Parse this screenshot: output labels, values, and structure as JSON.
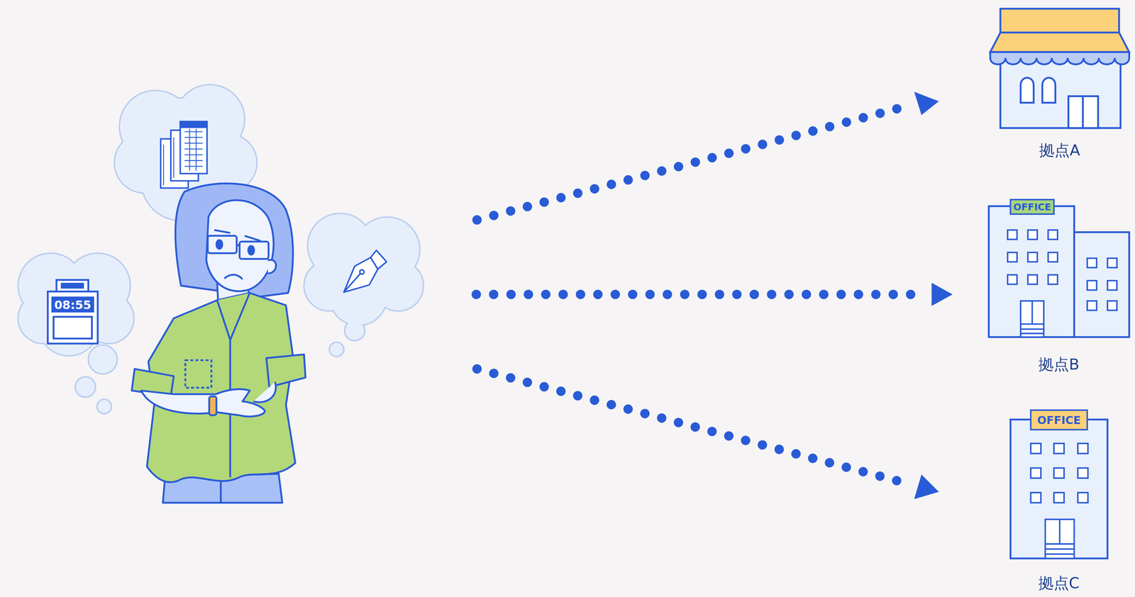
{
  "diagram": {
    "nodes": [
      {
        "text": [
          "08:55"
        ]
      },
      {
        "text": [
          "拠点A"
        ]
      },
      {
        "text": [
          "拠点B"
        ]
      },
      {
        "text": [
          "OFFICE"
        ],
        "in": 2
      },
      {
        "text": [
          "拠点C"
        ]
      },
      {
        "text": [
          "OFFICE"
        ],
        "in": 4
      }
    ]
  }
}
